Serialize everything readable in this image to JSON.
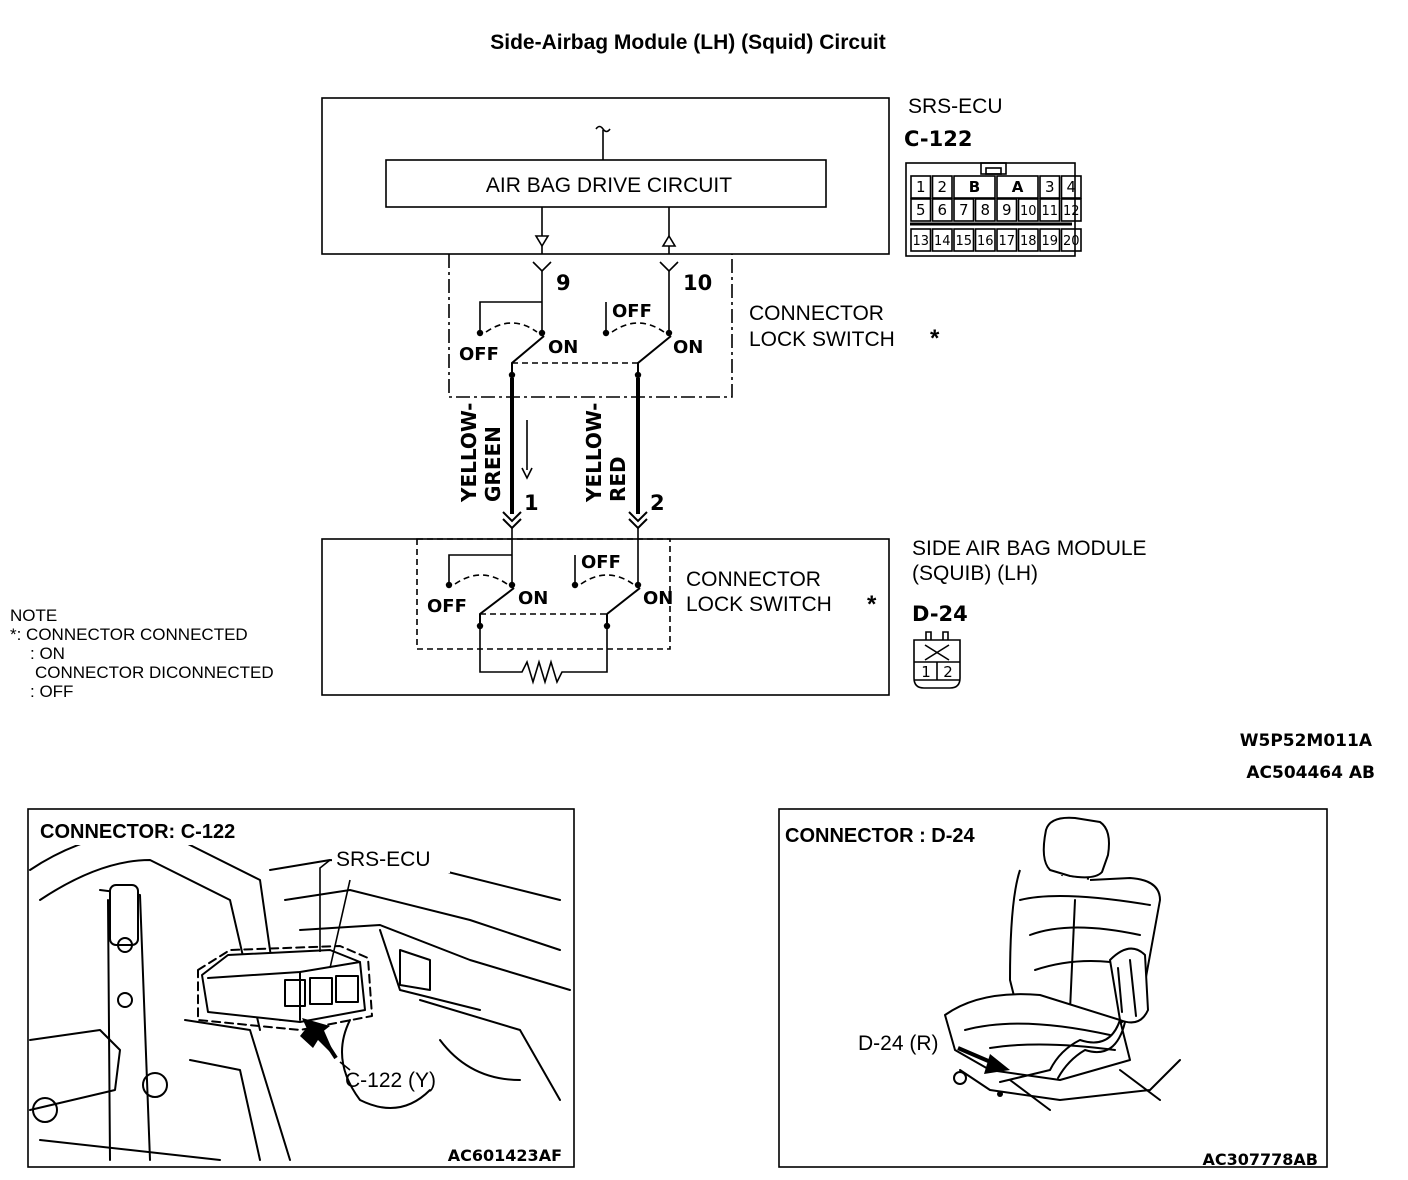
{
  "title": "Side-Airbag Module (LH) (Squid) Circuit",
  "ecu": {
    "name": "SRS-ECU",
    "connector": "C-122",
    "drive_circuit": "AIR BAG DRIVE CIRCUIT",
    "pins": [
      "1",
      "2",
      "B",
      "A",
      "3",
      "4",
      "5",
      "6",
      "7",
      "8",
      "9",
      "10",
      "11",
      "12",
      "13",
      "14",
      "15",
      "16",
      "17",
      "18",
      "19",
      "20"
    ]
  },
  "upper_switch": {
    "terminal_a": "9",
    "terminal_b": "10",
    "label_line1": "CONNECTOR",
    "label_line2": "LOCK SWITCH",
    "star": "*",
    "off": "OFF",
    "on": "ON"
  },
  "wires": {
    "left_line1": "YELLOW-",
    "left_line2": "GREEN",
    "right_line1": "YELLOW-",
    "right_line2": "RED",
    "left_pin": "1",
    "right_pin": "2"
  },
  "module": {
    "name_line1": "SIDE AIR BAG MODULE",
    "name_line2": "(SQUIB) (LH)",
    "connector": "D-24",
    "pins": [
      "1",
      "2"
    ],
    "label_line1": "CONNECTOR",
    "label_line2": "LOCK SWITCH",
    "star": "*",
    "off": "OFF",
    "on": "ON"
  },
  "note": {
    "heading": "NOTE",
    "line1": "*: CONNECTOR CONNECTED",
    "line2": ": ON",
    "line3": "CONNECTOR DICONNECTED",
    "line4": ": OFF"
  },
  "codes": {
    "diagram_code": "W5P52M011A",
    "figure_code": "AC504464 AB"
  },
  "view_left": {
    "title": "CONNECTOR: C-122",
    "callout_ecu": "SRS-ECU",
    "callout_connector": "C-122 (Y)",
    "code": "AC601423AF"
  },
  "view_right": {
    "title": "CONNECTOR : D-24",
    "callout_connector": "D-24 (R)",
    "code": "AC307778AB"
  }
}
